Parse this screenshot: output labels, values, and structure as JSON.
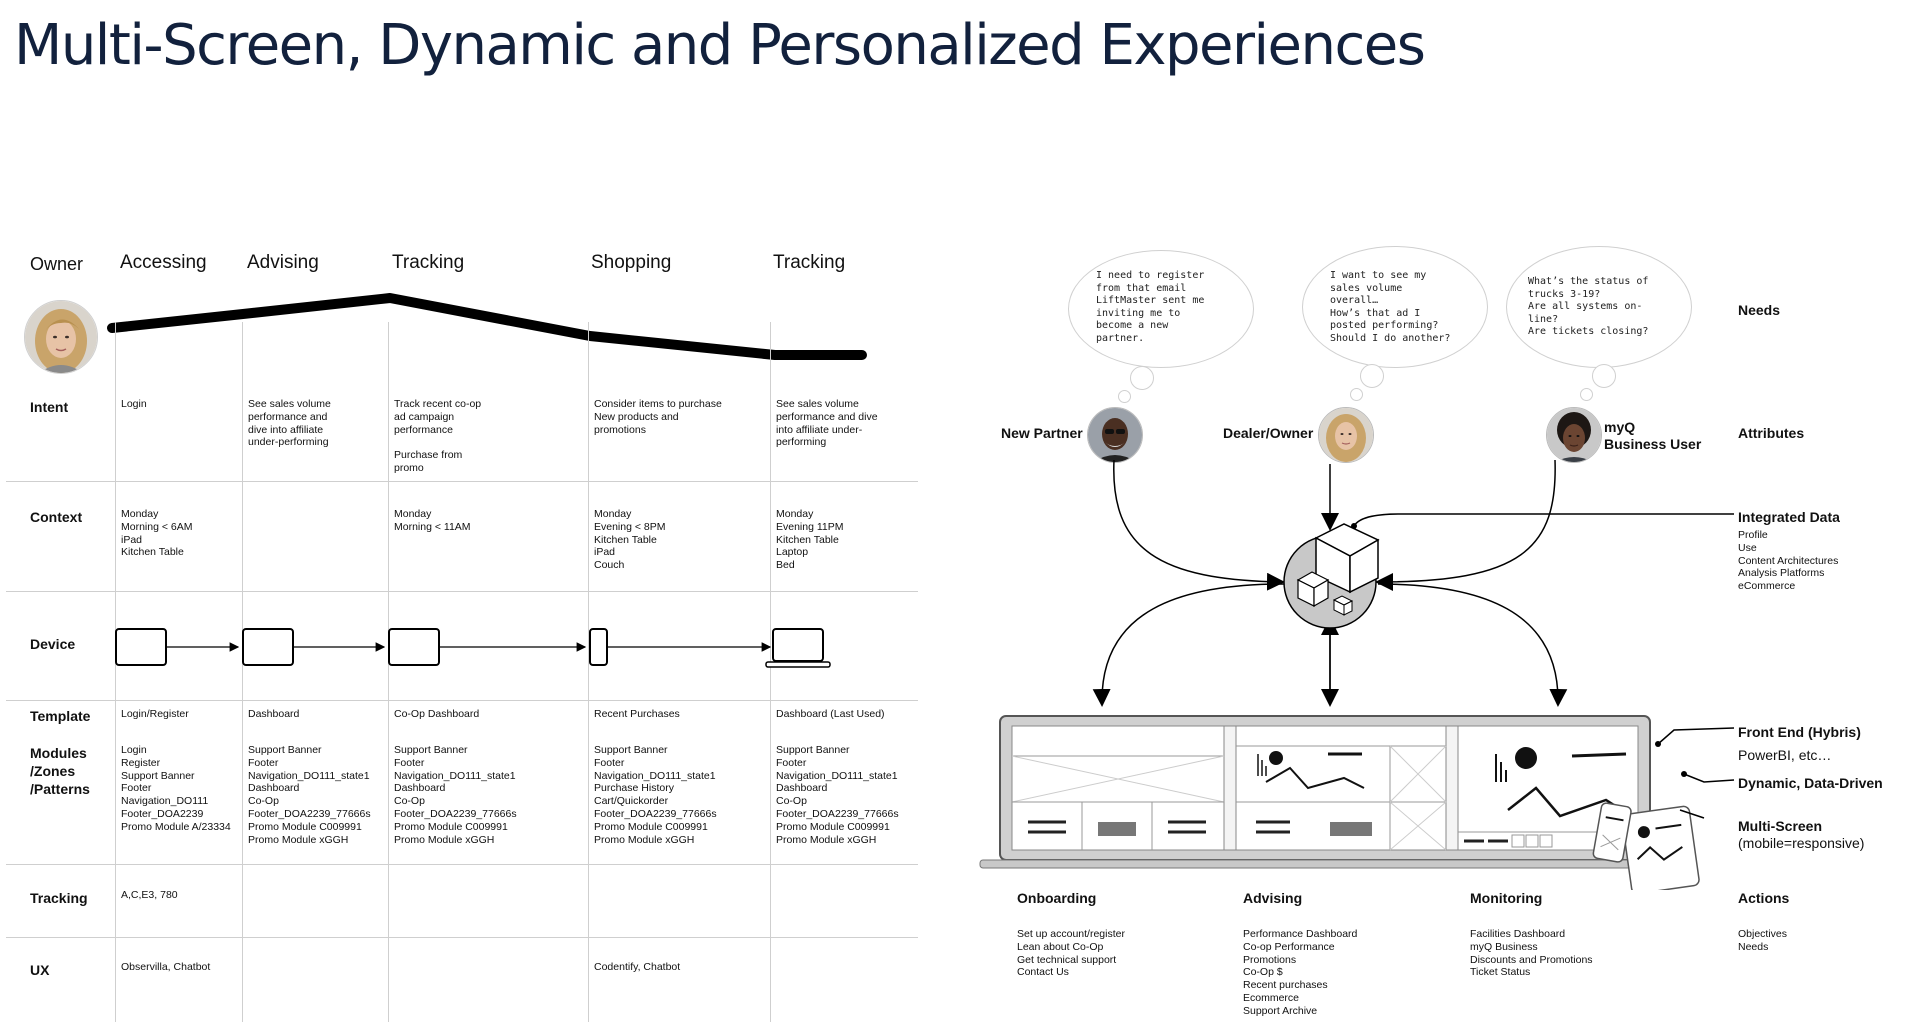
{
  "title": "Multi-Screen, Dynamic and Personalized Experiences",
  "journey": {
    "owner_label": "Owner",
    "stages": [
      "Accessing",
      "Advising",
      "Tracking",
      "Shopping",
      "Tracking"
    ],
    "rows": [
      {
        "label": "Intent",
        "cells": [
          "Login",
          "See sales volume\nperformance and\ndive into affiliate\nunder-performing",
          "Track recent co-op\nad campaign\nperformance\n\nPurchase from\npromo",
          "Consider items to purchase\nNew products and\npromotions",
          "See sales volume\nperformance and dive\ninto affiliate under-\nperforming"
        ]
      },
      {
        "label": "Context",
        "cells": [
          "Monday\nMorning < 6AM\niPad\nKitchen Table",
          "",
          "Monday\nMorning < 11AM",
          "Monday\nEvening < 8PM\nKitchen Table\niPad\nCouch",
          "Monday\nEvening 11PM\nKitchen Table\nLaptop\nBed"
        ]
      },
      {
        "label": "Device",
        "cells": [
          "",
          "",
          "",
          "",
          ""
        ]
      },
      {
        "label": "Template",
        "cells": [
          "Login/Register",
          "Dashboard",
          "Co-Op Dashboard",
          "Recent Purchases",
          "Dashboard (Last Used)"
        ]
      },
      {
        "label": "Modules\n/Zones\n/Patterns",
        "cells": [
          "Login\nRegister\nSupport Banner\nFooter\nNavigation_DO111\nFooter_DOA2239\nPromo Module A/23334",
          "Support Banner\nFooter\nNavigation_DO111_state1\nDashboard\nCo-Op\nFooter_DOA2239_77666s\nPromo Module C009991\nPromo Module xGGH",
          "Support Banner\nFooter\nNavigation_DO111_state1\nDashboard\nCo-Op\nFooter_DOA2239_77666s\nPromo Module C009991\nPromo Module xGGH",
          "Support Banner\nFooter\nNavigation_DO111_state1\nPurchase History\nCart/Quickorder\nFooter_DOA2239_77666s\nPromo Module C009991\nPromo Module xGGH",
          "Support Banner\nFooter\nNavigation_DO111_state1\nDashboard\nCo-Op\nFooter_DOA2239_77666s\nPromo Module C009991\nPromo Module xGGH"
        ]
      },
      {
        "label": "Tracking",
        "cells": [
          "A,C,E3, 780",
          "",
          "",
          "",
          ""
        ]
      },
      {
        "label": "UX",
        "cells": [
          "Observilla, Chatbot",
          "",
          "",
          "Codentify, Chatbot",
          ""
        ]
      }
    ]
  },
  "personas": [
    {
      "name": "New Partner",
      "thought": "I need to register\nfrom that email\nLiftMaster sent me\ninviting me to\nbecome a new\npartner."
    },
    {
      "name": "Dealer/Owner",
      "thought": "I want to see my\nsales volume\noverall…\nHow’s that ad I\nposted performing?\nShould I do another?"
    },
    {
      "name": "myQ\nBusiness User",
      "thought": "What’s the status of\ntrucks 3-19?\nAre all systems on-\nline?\nAre tickets closing?"
    }
  ],
  "right_labels": {
    "needs": "Needs",
    "attributes": "Attributes",
    "integrated_title": "Integrated Data",
    "integrated_items": "Profile\nUse\nContent Architectures\nAnalysis Platforms\neCommerce",
    "front_end": "Front End (Hybris)",
    "powerbi": "PowerBI, etc…",
    "dynamic": "Dynamic, Data-Driven",
    "multiscreen_title": "Multi-Screen",
    "multiscreen_sub": "(mobile=responsive)"
  },
  "actions": [
    {
      "heading": "Onboarding",
      "items": "Set up account/register\nLean about Co-Op\nGet technical support\nContact Us"
    },
    {
      "heading": "Advising",
      "items": "Performance Dashboard\nCo-op Performance\nPromotions\nCo-Op $\nRecent purchases\nEcommerce\nSupport Archive"
    },
    {
      "heading": "Monitoring",
      "items": "Facilities Dashboard\nmyQ Business\nDiscounts and Promotions\nTicket Status"
    },
    {
      "heading": "Actions",
      "items": "Objectives\nNeeds"
    }
  ]
}
